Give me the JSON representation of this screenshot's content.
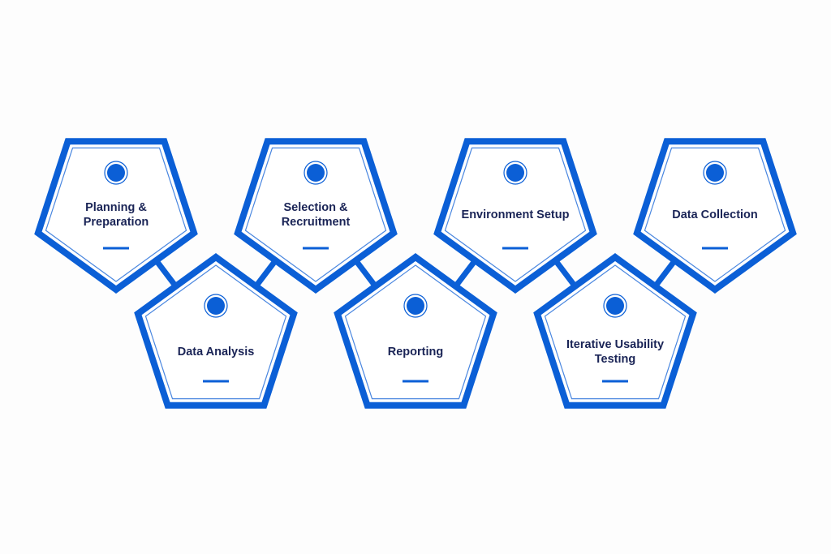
{
  "colors": {
    "accent": "#0b5fd6",
    "text": "#1a2456",
    "background": "#fdfdfd",
    "inner_border": "#4a87e0"
  },
  "steps": [
    {
      "id": "planning",
      "label": "Planning & Preparation",
      "row": "top",
      "icon": "circle-dot-icon"
    },
    {
      "id": "analysis",
      "label": "Data Analysis",
      "row": "bottom",
      "icon": "circle-dot-icon"
    },
    {
      "id": "selection",
      "label": "Selection & Recruitment",
      "row": "top",
      "icon": "circle-dot-icon"
    },
    {
      "id": "reporting",
      "label": "Reporting",
      "row": "bottom",
      "icon": "circle-dot-icon"
    },
    {
      "id": "environment",
      "label": "Environment Setup",
      "row": "top",
      "icon": "circle-dot-icon"
    },
    {
      "id": "iterative",
      "label": "Iterative Usability Testing",
      "row": "bottom",
      "icon": "circle-dot-icon"
    },
    {
      "id": "collection",
      "label": "Data Collection",
      "row": "top",
      "icon": "circle-dot-icon"
    }
  ]
}
